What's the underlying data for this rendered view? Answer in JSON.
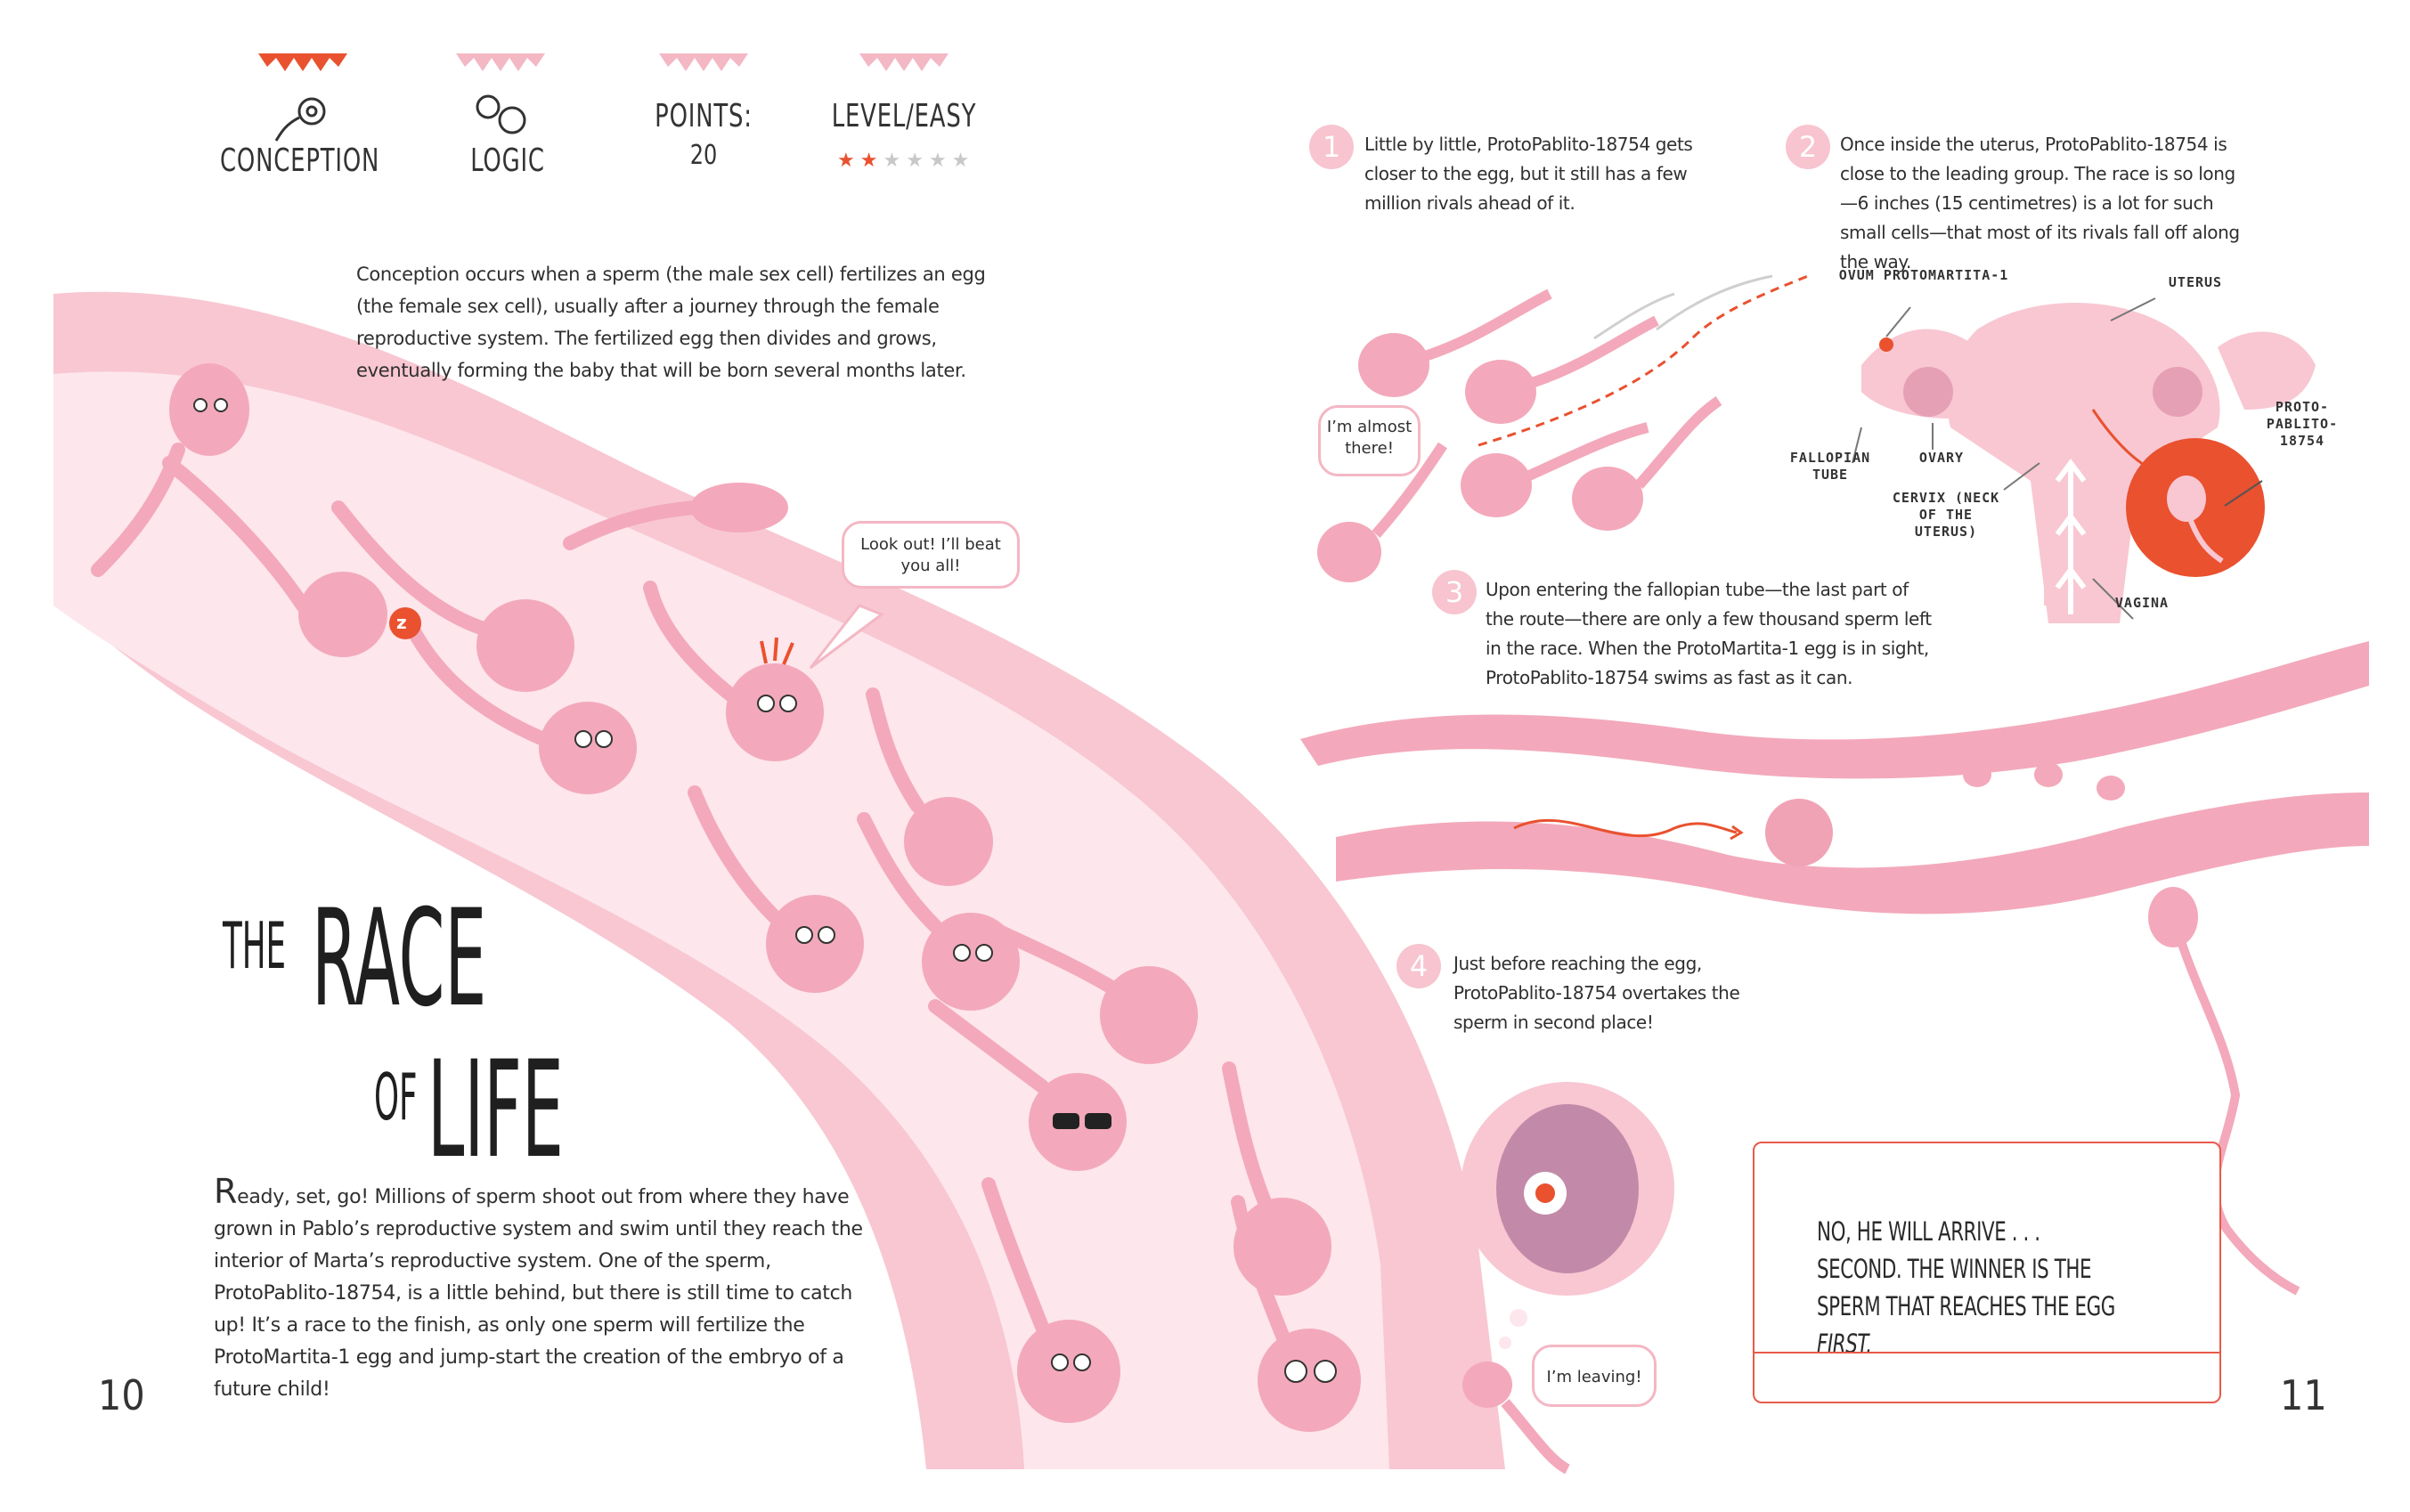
{
  "header": {
    "items": [
      {
        "label": "CONCEPTION",
        "value": ""
      },
      {
        "label": "LOGIC",
        "value": ""
      },
      {
        "label": "POINTS:",
        "value": "20"
      },
      {
        "label": "LEVEL/EASY",
        "value": ""
      }
    ],
    "level_rating": {
      "filled": 2,
      "total": 6
    }
  },
  "intro": {
    "text": "Conception occurs when a sperm (the male sex cell) fertilizes an egg (the female sex cell), usually after a journey through the female reproductive system. The fertilized egg then divides and grows, eventually forming the baby that will be born several months later."
  },
  "title": {
    "the": "THE",
    "race": "RACE",
    "of": "OF",
    "life": "LIFE"
  },
  "body": {
    "dropcap": "R",
    "text": "eady, set, go! Millions of sperm shoot out from where they have grown in Pablo’s reproductive system and swim until they reach the interior of Marta’s reproductive system. One of the sperm, ProtoPablito-18754, is a little behind, but there is still time to catch up! It’s a race to the finish, as only one sperm will fertilize the ProtoMartita-1 egg and jump-start the creation of the embryo of a future child!"
  },
  "bubbles": {
    "look_out": "Look out! I’ll beat you all!",
    "almost_there": "I’m almost there!",
    "leaving": "I’m leaving!",
    "snore": "z"
  },
  "steps": [
    {
      "num": "1",
      "text": "Little by little, ProtoPablito-18754 gets closer to the egg, but it still has a few million rivals ahead of it."
    },
    {
      "num": "2",
      "text": "Once inside the uterus, ProtoPablito-18754 is close to the leading group. The race is so long—6 inches (15 centimetres) is a lot for such small cells—that most of its rivals fall off along the way."
    },
    {
      "num": "3",
      "text": "Upon entering the fallopian tube—the last part of the route—there are only a few thousand sperm left in the race. When the ProtoMartita-1 egg is in sight, ProtoPablito-18754 swims as fast as it can."
    },
    {
      "num": "4",
      "text": "Just before reaching the egg, ProtoPablito-18754 overtakes the sperm in second place!"
    }
  ],
  "diagram_labels": {
    "ovum": "OVUM PROTOMARTITA-1",
    "uterus": "UTERUS",
    "fallopian": "FALLOPIAN TUBE",
    "ovary": "OVARY",
    "cervix": "CERVIX (NECK OF THE UTERUS)",
    "vagina": "VAGINA",
    "proto": "PROTO- PABLITO- 18754"
  },
  "answer": {
    "text_pre": "NO, HE WILL ARRIVE . . . SECOND. THE WINNER IS THE SPERM THAT REACHES THE EGG ",
    "text_emph": "FIRST."
  },
  "pages": {
    "left": "10",
    "right": "11"
  },
  "colors": {
    "accent": "#e9512f",
    "pink": "#f4b7c4",
    "pink_dark": "#f0a3b5",
    "pink_light": "#fbe3e9",
    "star_off": "#c8c8c8"
  },
  "icons": [
    "starburst-icon",
    "sperm-egg-icon",
    "gears-icon"
  ]
}
